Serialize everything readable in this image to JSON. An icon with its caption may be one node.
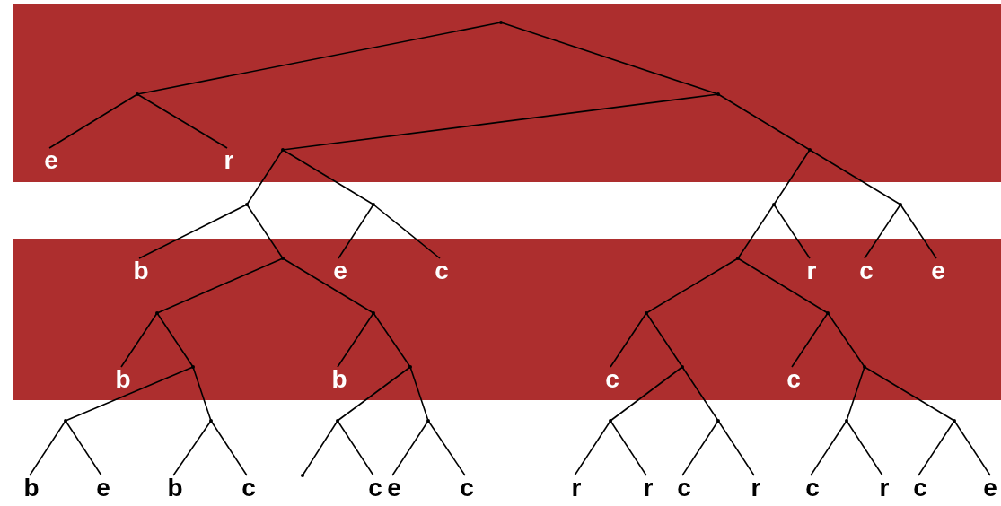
{
  "diagram": {
    "nodes": [
      {
        "text": [],
        "shape": "point"
      },
      {
        "text": [],
        "shape": "point"
      },
      {
        "text": [],
        "shape": "point"
      },
      {
        "text": [
          "e"
        ]
      },
      {
        "text": [
          "r"
        ]
      },
      {
        "text": [],
        "shape": "point"
      },
      {
        "text": [],
        "shape": "point"
      },
      {
        "text": [],
        "shape": "point"
      },
      {
        "text": [],
        "shape": "point"
      },
      {
        "text": [],
        "shape": "point"
      },
      {
        "text": [],
        "shape": "point"
      },
      {
        "text": [
          "b"
        ]
      },
      {
        "text": [],
        "shape": "point"
      },
      {
        "text": [
          "e"
        ]
      },
      {
        "text": [
          "c"
        ]
      },
      {
        "text": [],
        "shape": "point"
      },
      {
        "text": [
          "r"
        ]
      },
      {
        "text": [
          "c"
        ]
      },
      {
        "text": [
          "e"
        ]
      },
      {
        "text": [],
        "shape": "point"
      },
      {
        "text": [],
        "shape": "point"
      },
      {
        "text": [],
        "shape": "point"
      },
      {
        "text": [],
        "shape": "point"
      },
      {
        "text": [
          "b"
        ]
      },
      {
        "text": [],
        "shape": "point"
      },
      {
        "text": [
          "b"
        ]
      },
      {
        "text": [],
        "shape": "point"
      },
      {
        "text": [
          "c"
        ]
      },
      {
        "text": [],
        "shape": "point"
      },
      {
        "text": [
          "c"
        ]
      },
      {
        "text": [],
        "shape": "point"
      },
      {
        "text": [],
        "shape": "point"
      },
      {
        "text": [],
        "shape": "point"
      },
      {
        "text": [],
        "shape": "point"
      },
      {
        "text": [],
        "shape": "point"
      },
      {
        "text": [],
        "shape": "point"
      },
      {
        "text": [],
        "shape": "point"
      },
      {
        "text": [],
        "shape": "point"
      },
      {
        "text": [],
        "shape": "point"
      },
      {
        "text": [
          "b"
        ]
      },
      {
        "text": [
          "e"
        ]
      },
      {
        "text": [
          "b"
        ]
      },
      {
        "text": [
          "c"
        ]
      },
      {
        "text": [],
        "shape": "point"
      },
      {
        "text": [
          "c"
        ]
      },
      {
        "text": [
          "e"
        ]
      },
      {
        "text": [
          "c"
        ]
      },
      {
        "text": [
          "r"
        ]
      },
      {
        "text": [
          "r"
        ]
      },
      {
        "text": [
          "c"
        ]
      },
      {
        "text": [
          "r"
        ]
      },
      {
        "text": [
          "c"
        ]
      },
      {
        "text": [
          "r"
        ]
      },
      {
        "text": [
          "c"
        ]
      },
      {
        "text": [
          "e"
        ]
      }
    ],
    "edges": [
      {
        "from": 0,
        "to": 1,
        "arrow": "none"
      },
      {
        "from": 0,
        "to": 2,
        "arrow": "none"
      },
      {
        "from": 1,
        "to": 3,
        "arrow": "none"
      },
      {
        "from": 1,
        "to": 4,
        "arrow": "none"
      },
      {
        "from": 2,
        "to": 5,
        "arrow": "none"
      },
      {
        "from": 2,
        "to": 6,
        "arrow": "none"
      },
      {
        "from": 5,
        "to": 7,
        "arrow": "none"
      },
      {
        "from": 5,
        "to": 8,
        "arrow": "none"
      },
      {
        "from": 6,
        "to": 9,
        "arrow": "none"
      },
      {
        "from": 6,
        "to": 10,
        "arrow": "none"
      },
      {
        "from": 7,
        "to": 11,
        "arrow": "none"
      },
      {
        "from": 7,
        "to": 12,
        "arrow": "none"
      },
      {
        "from": 8,
        "to": 13,
        "arrow": "none"
      },
      {
        "from": 8,
        "to": 14,
        "arrow": "none"
      },
      {
        "from": 9,
        "to": 15,
        "arrow": "none"
      },
      {
        "from": 9,
        "to": 16,
        "arrow": "none"
      },
      {
        "from": 10,
        "to": 17,
        "arrow": "none"
      },
      {
        "from": 10,
        "to": 18,
        "arrow": "none"
      },
      {
        "from": 12,
        "to": 19,
        "arrow": "none"
      },
      {
        "from": 12,
        "to": 20,
        "arrow": "none"
      },
      {
        "from": 15,
        "to": 21,
        "arrow": "none"
      },
      {
        "from": 15,
        "to": 22,
        "arrow": "none"
      },
      {
        "from": 19,
        "to": 23,
        "arrow": "none"
      },
      {
        "from": 19,
        "to": 24,
        "arrow": "none"
      },
      {
        "from": 20,
        "to": 25,
        "arrow": "none"
      },
      {
        "from": 20,
        "to": 26,
        "arrow": "none"
      },
      {
        "from": 21,
        "to": 27,
        "arrow": "none"
      },
      {
        "from": 21,
        "to": 28,
        "arrow": "none"
      },
      {
        "from": 22,
        "to": 29,
        "arrow": "none"
      },
      {
        "from": 22,
        "to": 30,
        "arrow": "none"
      },
      {
        "from": 24,
        "to": 31,
        "arrow": "none"
      },
      {
        "from": 24,
        "to": 32,
        "arrow": "none"
      },
      {
        "from": 26,
        "to": 33,
        "arrow": "none"
      },
      {
        "from": 26,
        "to": 34,
        "arrow": "none"
      },
      {
        "from": 28,
        "to": 35,
        "arrow": "none"
      },
      {
        "from": 28,
        "to": 36,
        "arrow": "none"
      },
      {
        "from": 30,
        "to": 37,
        "arrow": "none"
      },
      {
        "from": 30,
        "to": 38,
        "arrow": "none"
      },
      {
        "from": 31,
        "to": 39,
        "arrow": "none"
      },
      {
        "from": 31,
        "to": 40,
        "arrow": "none"
      },
      {
        "from": 32,
        "to": 41,
        "arrow": "none"
      },
      {
        "from": 32,
        "to": 42,
        "arrow": "none"
      },
      {
        "from": 33,
        "to": 43,
        "arrow": "none"
      },
      {
        "from": 33,
        "to": 44,
        "arrow": "none"
      },
      {
        "from": 34,
        "to": 45,
        "arrow": "none"
      },
      {
        "from": 34,
        "to": 46,
        "arrow": "none"
      },
      {
        "from": 35,
        "to": 47,
        "arrow": "none"
      },
      {
        "from": 35,
        "to": 48,
        "arrow": "none"
      },
      {
        "from": 36,
        "to": 49,
        "arrow": "none"
      },
      {
        "from": 36,
        "to": 50,
        "arrow": "none"
      },
      {
        "from": 37,
        "to": 51,
        "arrow": "none"
      },
      {
        "from": 37,
        "to": 52,
        "arrow": "none"
      },
      {
        "from": 38,
        "to": 53,
        "arrow": "none"
      },
      {
        "from": 38,
        "to": 54,
        "arrow": "none"
      }
    ]
  }
}
